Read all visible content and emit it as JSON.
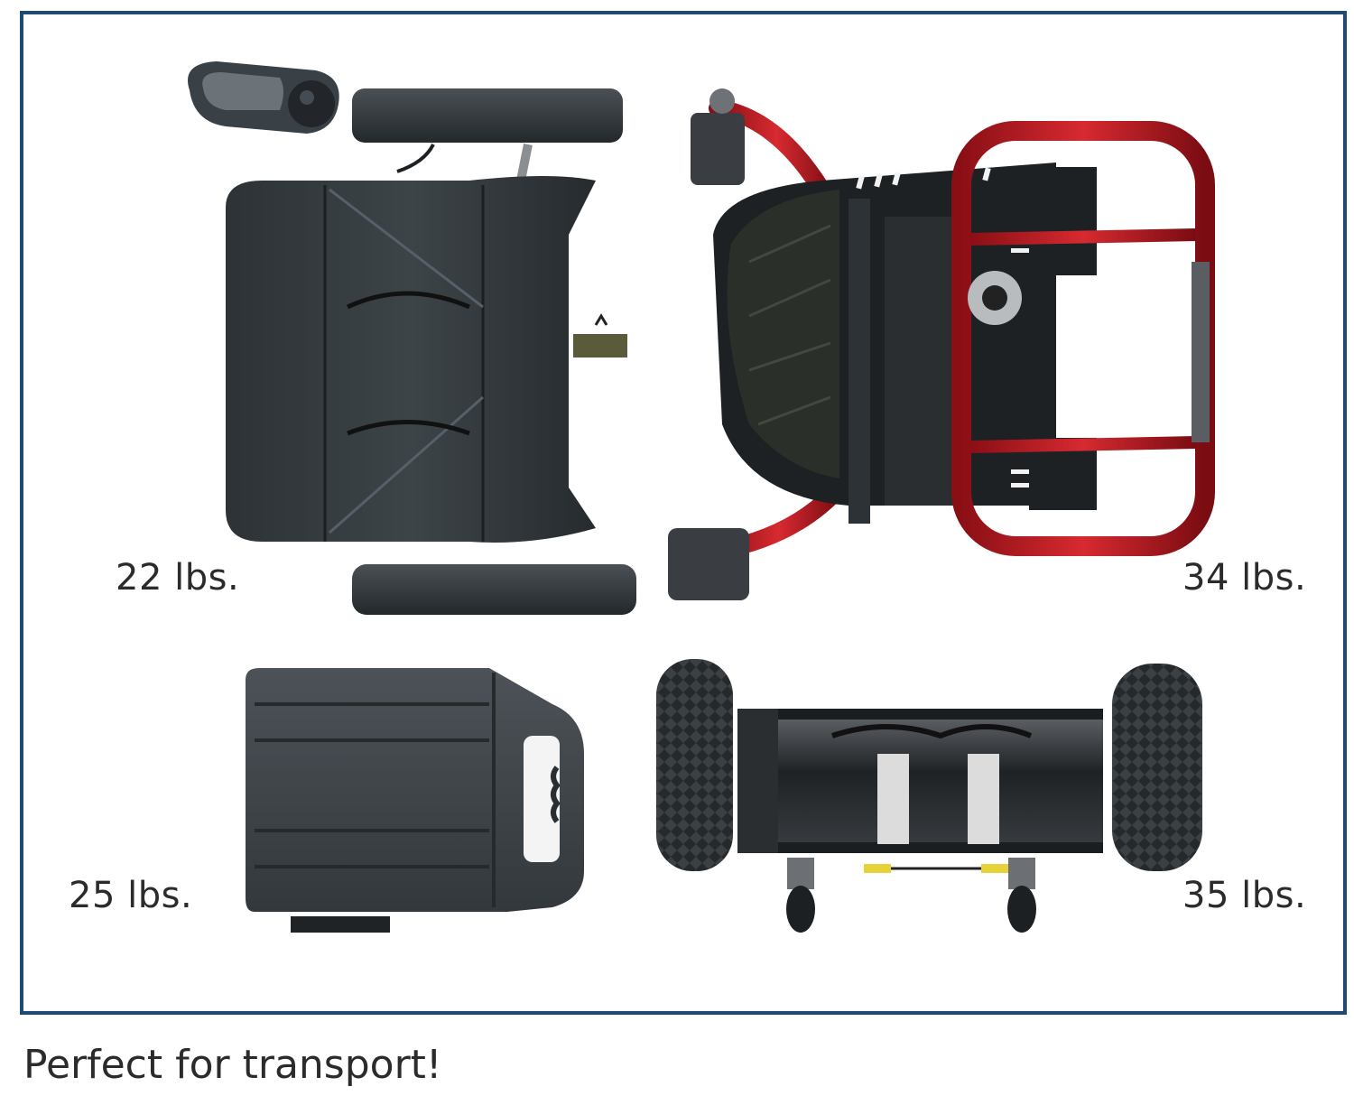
{
  "figure": {
    "caption": "Perfect for transport!",
    "frame_color": "#1e4a73",
    "components": [
      {
        "id": "seat",
        "description": "Seat with armrests and joystick controller",
        "weight_label": "22 lbs."
      },
      {
        "id": "front-frame",
        "description": "Red front frame with tiller and footboard",
        "weight_label": "34 lbs."
      },
      {
        "id": "battery",
        "description": "Battery pack with carry handle",
        "weight_label": "25 lbs."
      },
      {
        "id": "rear-section",
        "description": "Rear drive section with wheels and motor",
        "weight_label": "35 lbs."
      }
    ]
  }
}
